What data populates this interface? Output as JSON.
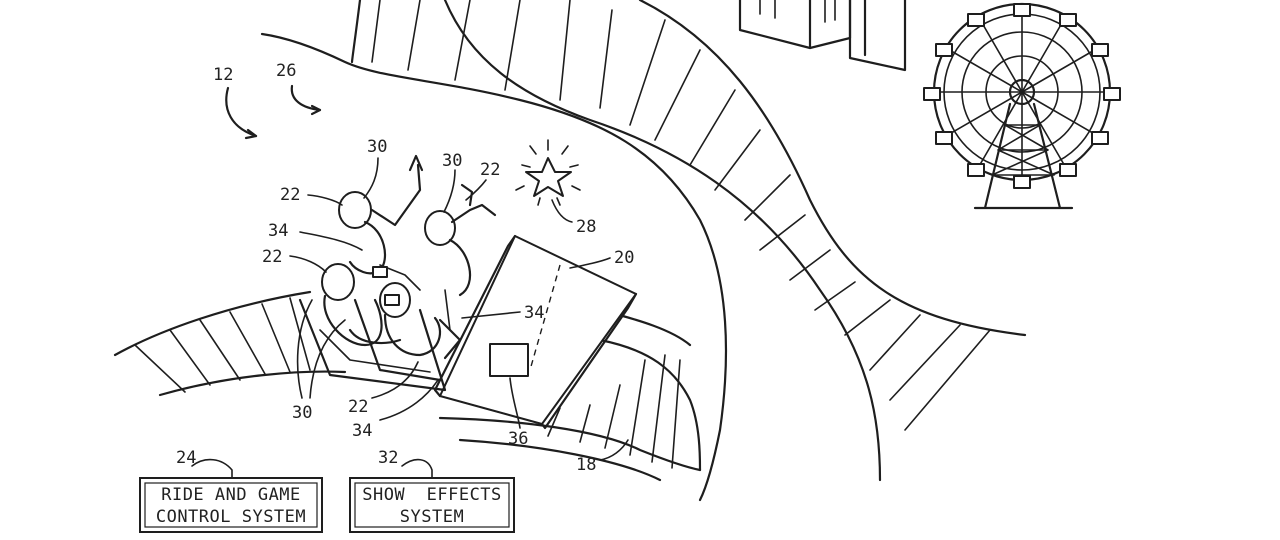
{
  "references": {
    "r12": "12",
    "r26": "26",
    "r30a": "30",
    "r30b": "30",
    "r30c": "30",
    "r22a": "22",
    "r22b": "22",
    "r22c": "22",
    "r22d": "22",
    "r34a": "34",
    "r34b": "34",
    "r34c": "34",
    "r28": "28",
    "r20": "20",
    "r36": "36",
    "r18": "18",
    "r24": "24",
    "r32": "32"
  },
  "boxes": {
    "ride_game_control": {
      "line1": "RIDE AND GAME",
      "line2": "CONTROL SYSTEM"
    },
    "show_effects": {
      "line1": "SHOW  EFFECTS",
      "line2": "SYSTEM"
    }
  }
}
